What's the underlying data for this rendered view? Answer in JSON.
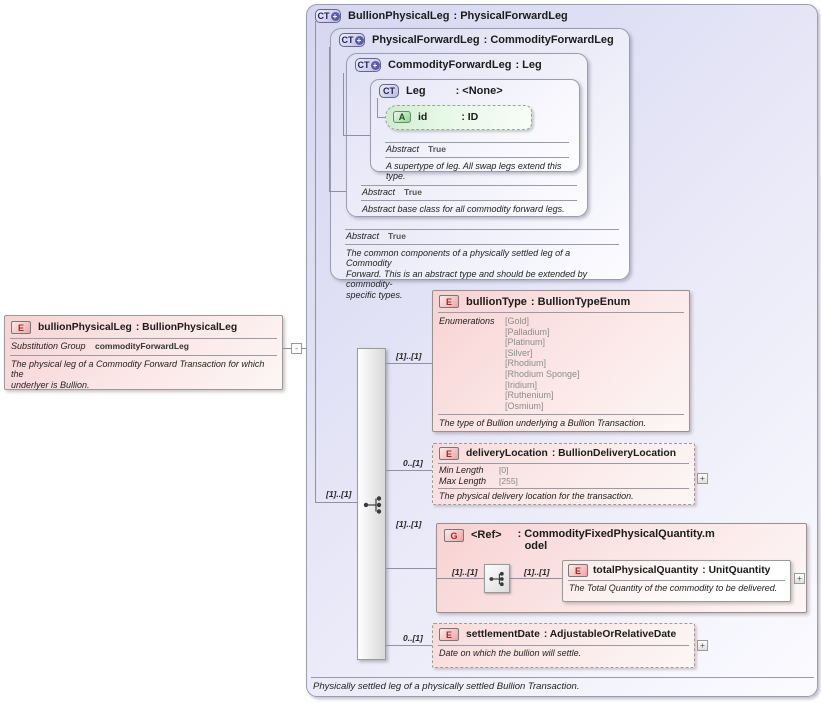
{
  "icons": {
    "expand": "+",
    "collapse": "-",
    "ct_extension_plus": "+"
  },
  "left_element": {
    "badge": "E",
    "name": "bullionPhysicalLeg",
    "type": ": BullionPhysicalLeg",
    "substitution_label": "Substitution Group",
    "substitution_value": "commodityForwardLeg",
    "description": "The physical leg of a Commodity Forward Transaction for which the\nunderlyer is Bullion."
  },
  "root": {
    "badge": "CT",
    "name": "BullionPhysicalLeg",
    "type": ": PhysicalForwardLeg",
    "footer": "Physically settled leg of a physically settled Bullion Transaction."
  },
  "physical_forward_leg": {
    "badge": "CT",
    "name": "PhysicalForwardLeg",
    "type": ": CommodityForwardLeg",
    "abstract_label": "Abstract",
    "abstract_value": "True",
    "description": "The common components of a physically settled leg of a Commodity\nForward. This is an abstract type and should be extended by commodity-\nspecific types."
  },
  "commodity_forward_leg": {
    "badge": "CT",
    "name": "CommodityForwardLeg",
    "type": ": Leg",
    "abstract_label": "Abstract",
    "abstract_value": "True",
    "description": "Abstract base class for all commodity forward legs."
  },
  "leg": {
    "badge": "CT",
    "name": "Leg",
    "type": ": <None>",
    "abstract_label": "Abstract",
    "abstract_value": "True",
    "description": "A supertype of leg. All swap legs extend this type.",
    "attribute": {
      "badge": "A",
      "name": "id",
      "type": ": ID"
    }
  },
  "content_model": {
    "cardinality": "[1]..[1]"
  },
  "bullion_type": {
    "badge": "E",
    "cardinality": "[1]..[1]",
    "name": "bullionType",
    "type": ": BullionTypeEnum",
    "enumerations_label": "Enumerations",
    "enumerations": [
      "[Gold]",
      "[Palladium]",
      "[Platinum]",
      "[Silver]",
      "[Rhodium]",
      "[Rhodium Sponge]",
      "[Iridium]",
      "[Ruthenium]",
      "[Osmium]"
    ],
    "description": "The type of Bullion underlying a Bullion Transaction."
  },
  "delivery_location": {
    "badge": "E",
    "cardinality": "0..[1]",
    "name": "deliveryLocation",
    "type": ": BullionDeliveryLocation",
    "facets": [
      {
        "label": "Min Length",
        "value": "[0]"
      },
      {
        "label": "Max Length",
        "value": "[255]"
      }
    ],
    "description": "The physical delivery location for the transaction."
  },
  "quantity_ref": {
    "badge": "G",
    "cardinality": "[1]..[1]",
    "name": "<Ref>",
    "type_line1": ": CommodityFixedPhysicalQuantity.m",
    "type_line2": "odel",
    "inner_cardinality_left": "[1]..[1]",
    "inner_cardinality_right": "[1]..[1]",
    "total_physical_quantity": {
      "badge": "E",
      "name": "totalPhysicalQuantity",
      "type": ": UnitQuantity",
      "description": "The Total Quantity of the commodity to be delivered."
    }
  },
  "settlement_date": {
    "badge": "E",
    "cardinality": "0..[1]",
    "name": "settlementDate",
    "type": ": AdjustableOrRelativeDate",
    "description": "Date on which the bullion will settle."
  }
}
